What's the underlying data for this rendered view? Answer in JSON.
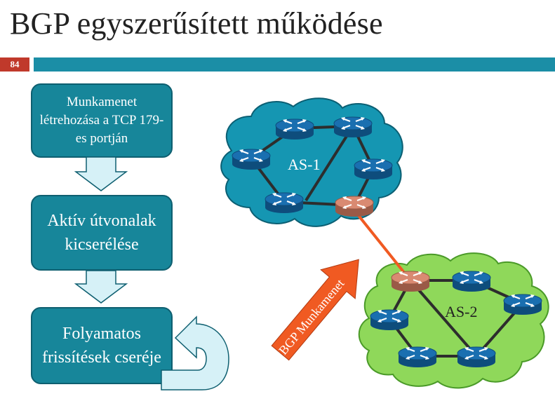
{
  "slide": {
    "title": "BGP egyszerűsített működése",
    "number": "84",
    "accent_color": "#1b8ea6",
    "number_color": "#c0392b"
  },
  "flow": {
    "steps": [
      {
        "label": "Munkamenet létrehozása a TCP 179-es portján"
      },
      {
        "label": "Aktív útvonalak kicserélése"
      },
      {
        "label": "Folyamatos frissítések cseréje"
      }
    ],
    "box_color": "#17869a",
    "arrow_color": "#d6f1f7"
  },
  "network": {
    "as1": {
      "label": "AS-1",
      "cloud_color": "#1596b2"
    },
    "as2": {
      "label": "AS-2",
      "cloud_color": "#8fd85a"
    },
    "session_label": "BGP Munkamenet",
    "session_arrow_color": "#f05a22",
    "session_link_color": "#f05a22",
    "router_color": "#1a6fb0",
    "border_router_color": "#d98a72",
    "link_color": "#2d2d2d"
  }
}
